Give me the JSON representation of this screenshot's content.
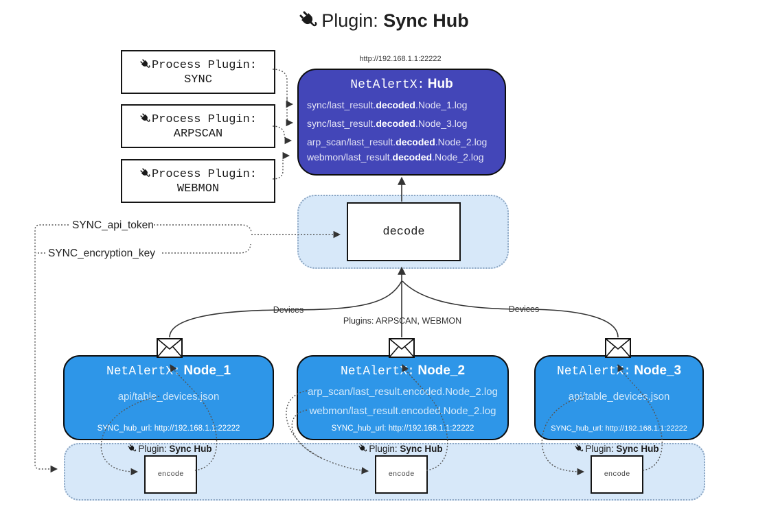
{
  "title": {
    "icon": "plug-icon",
    "prefix": "Plugin:",
    "name": "Sync Hub"
  },
  "process_plugins": [
    {
      "label": "Process Plugin:",
      "name": "SYNC"
    },
    {
      "label": "Process Plugin:",
      "name": "ARPSCAN"
    },
    {
      "label": "Process Plugin:",
      "name": "WEBMON"
    }
  ],
  "hub": {
    "url": "http://192.168.1.1:22222",
    "title_prefix": "NetAlertX:",
    "title_name": "Hub",
    "log_lines": [
      {
        "pre": "sync/last_result.",
        "bold": "decoded",
        "post": ".Node_1.log"
      },
      {
        "pre": "sync/last_result.",
        "bold": "decoded",
        "post": ".Node_3.log"
      },
      {
        "pre": "arp_scan/last_result.",
        "bold": "decoded",
        "post": ".Node_2.log"
      },
      {
        "pre": "webmon/last_result.",
        "bold": "decoded",
        "post": ".Node_2.log"
      }
    ]
  },
  "decode_box": {
    "label": "decode"
  },
  "config_labels": {
    "api_token": "SYNC_api_token",
    "encryption_key": "SYNC_encryption_key"
  },
  "edge_labels": {
    "devices_left": "Devices",
    "plugins_middle": "Plugins: ARPSCAN, WEBMON",
    "devices_right": "Devices"
  },
  "nodes": [
    {
      "title_prefix": "NetAlertX:",
      "title_name": "Node_1",
      "lines": [
        "api/table_devices.json"
      ],
      "hub_url": "SYNC_hub_url: http://192.168.1.1:22222"
    },
    {
      "title_prefix": "NetAlertX:",
      "title_name": "Node_2",
      "lines": [
        "arp_scan/last_result.encoded.Node_2.log",
        "webmon/last_result.encoded.Node_2.log"
      ],
      "hub_url": "SYNC_hub_url: http://192.168.1.1:22222"
    },
    {
      "title_prefix": "NetAlertX:",
      "title_name": "Node_3",
      "lines": [
        "api/table_devices.json"
      ],
      "hub_url": "SYNC_hub_url: http://192.168.1.1:22222"
    }
  ],
  "encode_sections": [
    {
      "label_prefix": "Plugin:",
      "label_name": "Sync Hub",
      "box_label": "encode"
    },
    {
      "label_prefix": "Plugin:",
      "label_name": "Sync Hub",
      "box_label": "encode"
    },
    {
      "label_prefix": "Plugin:",
      "label_name": "Sync Hub",
      "box_label": "encode"
    }
  ],
  "colors": {
    "hub_fill": "#4346b8",
    "node_fill": "#2e96e8",
    "band_fill": "#d7e8f9",
    "band_border": "#8ba5c2",
    "wire": "#333333"
  }
}
